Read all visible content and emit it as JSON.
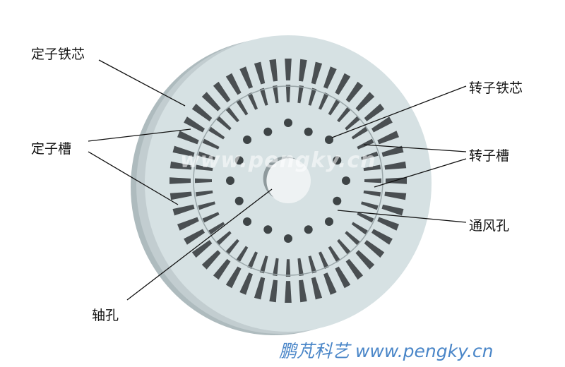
{
  "labels": {
    "stator_core": "定子铁芯",
    "stator_slot": "定子槽",
    "rotor_core": "转子铁芯",
    "rotor_slot": "转子槽",
    "vent_hole": "通风孔",
    "shaft_hole": "轴孔"
  },
  "watermark": "www.pengky.cn",
  "brand": "鹏芃科艺 www.pengky.cn",
  "colors": {
    "face": "#d4e0e2",
    "side": "#b9c6c9",
    "slot": "#4a4f52",
    "brand": "#4a86c8"
  }
}
